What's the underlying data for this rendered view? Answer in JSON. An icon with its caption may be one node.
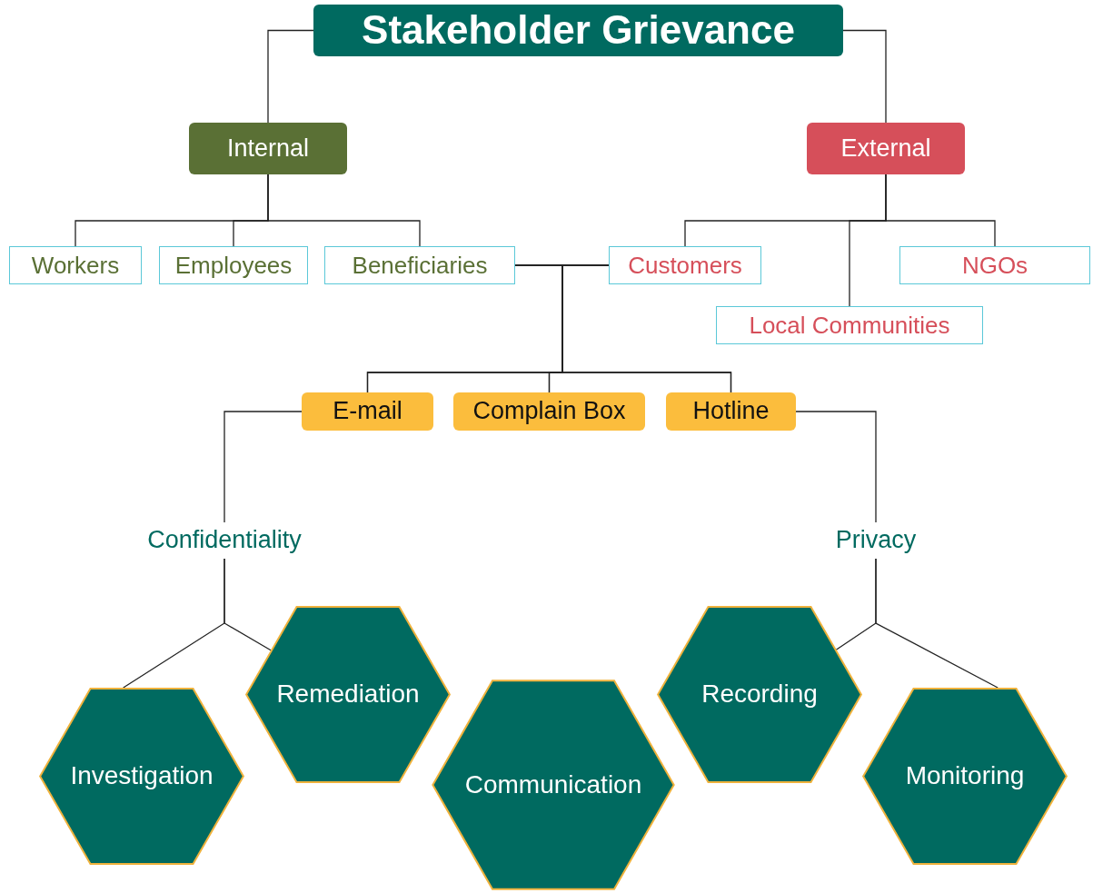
{
  "diagram": {
    "nodes": [
      {
        "text": [
          "Stakeholder Grievance"
        ]
      },
      {
        "text": [
          "Internal"
        ]
      },
      {
        "text": [
          "External"
        ]
      },
      {
        "text": [
          "Workers"
        ]
      },
      {
        "text": [
          "Employees"
        ]
      },
      {
        "text": [
          "Beneficiaries"
        ]
      },
      {
        "text": [
          "Customers"
        ]
      },
      {
        "text": [
          "Local Communities"
        ]
      },
      {
        "text": [
          "NGOs"
        ]
      },
      {
        "text": [
          "E-mail"
        ]
      },
      {
        "text": [
          "Complain Box"
        ]
      },
      {
        "text": [
          "Hotline"
        ]
      },
      {
        "text": [
          "Confidentiality"
        ]
      },
      {
        "text": [
          "Privacy"
        ]
      },
      {
        "text": [
          "Investigation"
        ]
      },
      {
        "text": [
          "Remediation"
        ]
      },
      {
        "text": [
          "Communication"
        ]
      },
      {
        "text": [
          "Recording"
        ]
      },
      {
        "text": [
          "Monitoring"
        ]
      }
    ],
    "edges": [
      {
        "from": 0,
        "to": 1,
        "arrow": "none"
      },
      {
        "from": 0,
        "to": 2,
        "arrow": "none"
      },
      {
        "from": 1,
        "to": 3,
        "arrow": "none"
      },
      {
        "from": 1,
        "to": 4,
        "arrow": "none"
      },
      {
        "from": 1,
        "to": 5,
        "arrow": "none"
      },
      {
        "from": 2,
        "to": 6,
        "arrow": "none"
      },
      {
        "from": 2,
        "to": 7,
        "arrow": "none"
      },
      {
        "from": 2,
        "to": 8,
        "arrow": "none"
      },
      {
        "from": 5,
        "to": 9,
        "arrow": "none"
      },
      {
        "from": 5,
        "to": 10,
        "arrow": "none"
      },
      {
        "from": 5,
        "to": 11,
        "arrow": "none"
      },
      {
        "from": 6,
        "to": 9,
        "arrow": "none"
      },
      {
        "from": 6,
        "to": 10,
        "arrow": "none"
      },
      {
        "from": 6,
        "to": 11,
        "arrow": "none"
      },
      {
        "from": 9,
        "to": 12,
        "arrow": "none"
      },
      {
        "from": 11,
        "to": 13,
        "arrow": "none"
      },
      {
        "from": 12,
        "to": 14,
        "arrow": "none"
      },
      {
        "from": 12,
        "to": 15,
        "arrow": "none"
      },
      {
        "from": 13,
        "to": 17,
        "arrow": "none"
      },
      {
        "from": 13,
        "to": 18,
        "arrow": "none"
      }
    ]
  }
}
